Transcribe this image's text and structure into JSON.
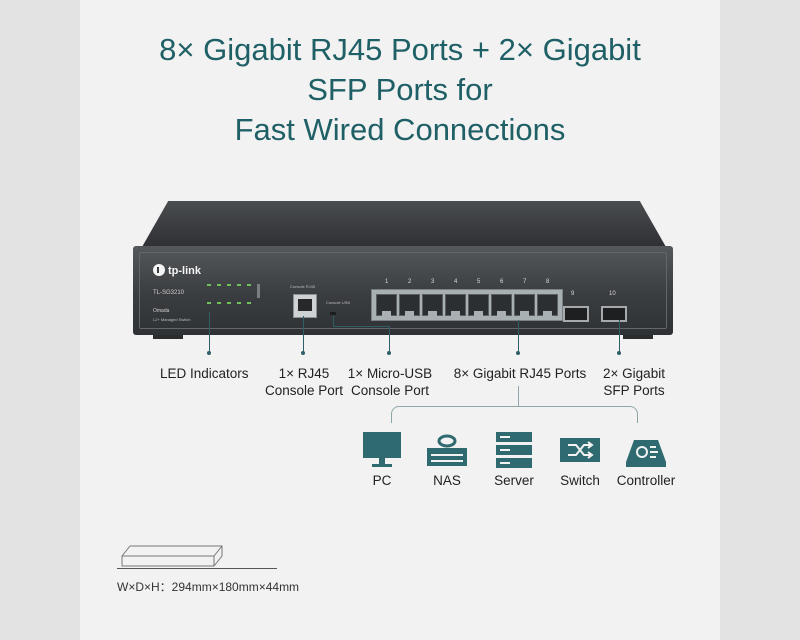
{
  "headline": {
    "line1": "8× Gigabit RJ45 Ports + 2× Gigabit",
    "line2": "SFP Ports for",
    "line3": "Fast Wired Connections"
  },
  "device": {
    "brand": "tp-link",
    "model": "TL-SG3210",
    "series": "Omada",
    "series_sub": "L2+ Managed Switch",
    "console_label": "Console RJ45",
    "usb_label": "Console USB",
    "rj45_ports": [
      "1",
      "2",
      "3",
      "4",
      "5",
      "6",
      "7",
      "8"
    ],
    "sfp_ports": [
      "9",
      "10"
    ]
  },
  "callouts": {
    "led": "LED Indicators",
    "rj45_console_line1": "1× RJ45",
    "rj45_console_line2": "Console Port",
    "usb_console_line1": "1× Micro-USB",
    "usb_console_line2": "Console Port",
    "gigabit_rj45": "8× Gigabit RJ45 Ports",
    "sfp_line1": "2× Gigabit",
    "sfp_line2": "SFP Ports"
  },
  "devices": [
    {
      "label": "PC",
      "icon": "monitor-icon"
    },
    {
      "label": "NAS",
      "icon": "nas-icon"
    },
    {
      "label": "Server",
      "icon": "server-icon"
    },
    {
      "label": "Switch",
      "icon": "switch-icon"
    },
    {
      "label": "Controller",
      "icon": "controller-icon"
    }
  ],
  "dimensions": "W×D×H：294mm×180mm×44mm",
  "colors": {
    "accent": "#1f5f66",
    "icon": "#2e6a70"
  }
}
